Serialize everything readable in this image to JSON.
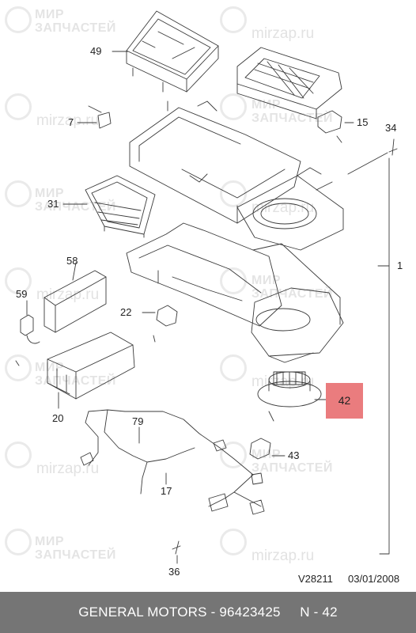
{
  "watermark": {
    "brand_line1": "МИР",
    "brand_line2": "ЗАПЧАСТЕЙ",
    "url": "mirzap.ru"
  },
  "callouts": {
    "c49": "49",
    "c7": "7",
    "c15": "15",
    "c34": "34",
    "c31": "31",
    "c1": "1",
    "c58": "58",
    "c59": "59",
    "c22": "22",
    "c20": "20",
    "c42": "42",
    "c79": "79",
    "c43": "43",
    "c17": "17",
    "c36": "36"
  },
  "highlight_color": "#ea7c7e",
  "reference": {
    "code": "V28211",
    "date": "03/01/2008"
  },
  "footer": {
    "text": "GENERAL MOTORS - 96423425     N - 42"
  }
}
